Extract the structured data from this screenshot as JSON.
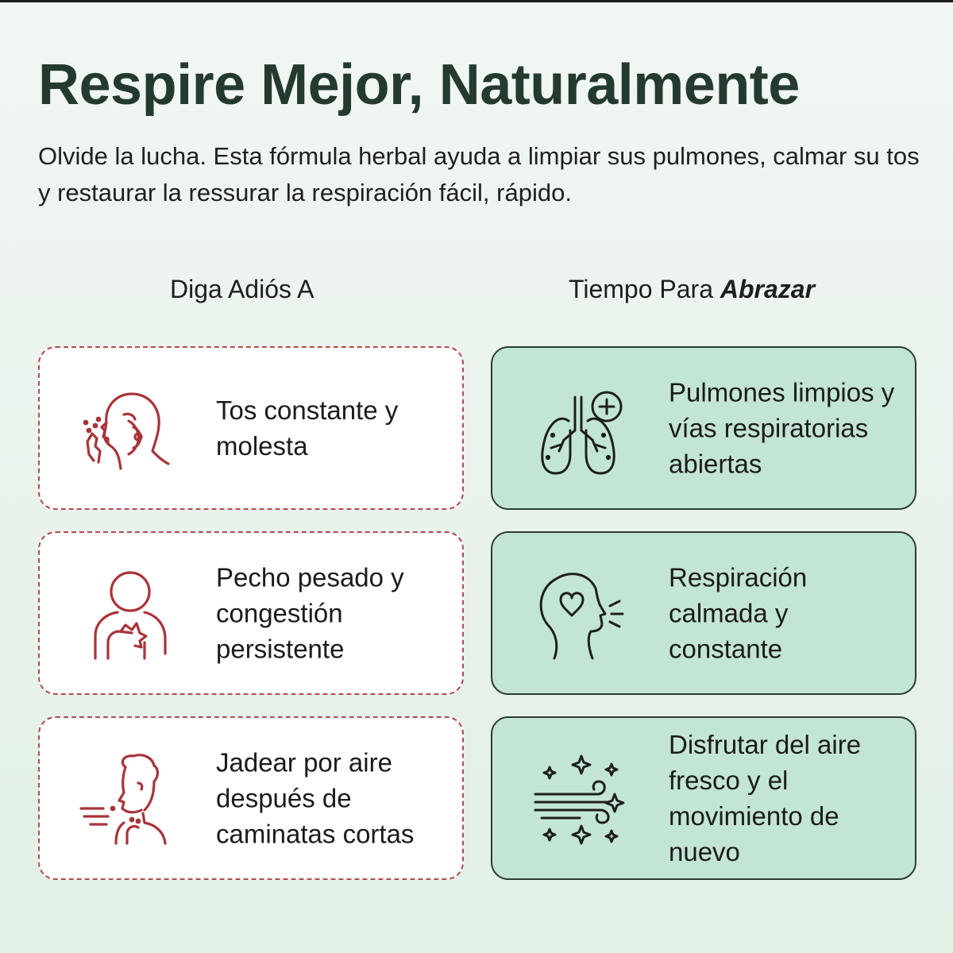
{
  "header": {
    "title": "Respire Mejor, Naturalmente",
    "subtitle": "Olvide la lucha. Esta fórmula herbal ayuda a limpiar sus pulmones, calmar su tos y restaurar la ressurar la respiración fácil, rápido."
  },
  "left_column": {
    "heading": "Diga Adiós A",
    "items": [
      {
        "text": "Tos constante y molesta",
        "icon": "coughing-person-icon"
      },
      {
        "text": "Pecho pesado y congestión persistente",
        "icon": "chest-pain-icon"
      },
      {
        "text": "Jadear por aire después de caminatas cortas",
        "icon": "shortness-of-breath-icon"
      }
    ]
  },
  "right_column": {
    "heading_prefix": "Tiempo Para ",
    "heading_emphasis": "Abrazar",
    "items": [
      {
        "text": "Pulmones limpios y vías respiratorias abiertas",
        "icon": "healthy-lungs-icon"
      },
      {
        "text": "Respiración calmada y constante",
        "icon": "calm-breathing-icon"
      },
      {
        "text": "Disfrutar del aire fresco y el movimiento de nuevo",
        "icon": "fresh-air-icon"
      }
    ]
  },
  "colors": {
    "title": "#253a2f",
    "bad_accent": "#b04a50",
    "good_fill": "#c3e6d4",
    "good_border": "#2b3b33"
  }
}
